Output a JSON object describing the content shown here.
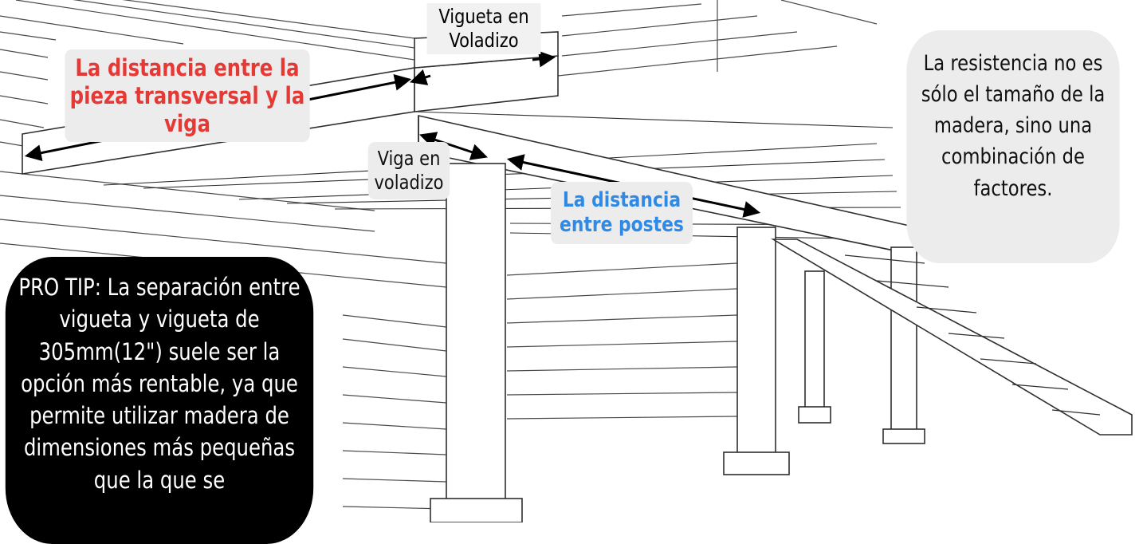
{
  "labels": {
    "cantilever_joist": "Vigueta en Voladizo",
    "crosspiece_beam_distance": "La distancia entre la pieza transversal y la viga",
    "cantilever_beam": "Viga en voladizo",
    "post_distance": "La distancia entre postes",
    "strength_note": "La resistencia no es sólo el tamaño de la madera, sino una combinación de factores.",
    "pro_tip": "PRO TIP: La separación entre vigueta y vigueta de 305mm(12\") suele ser la opción más rentable, ya que permite utilizar madera de dimensiones más pequeñas que la que se"
  },
  "colors": {
    "red_label": "#e53935",
    "blue_label": "#2f8ae6",
    "label_background": "#ececec",
    "tip_background": "#000000",
    "line": "#3a3a3a"
  }
}
